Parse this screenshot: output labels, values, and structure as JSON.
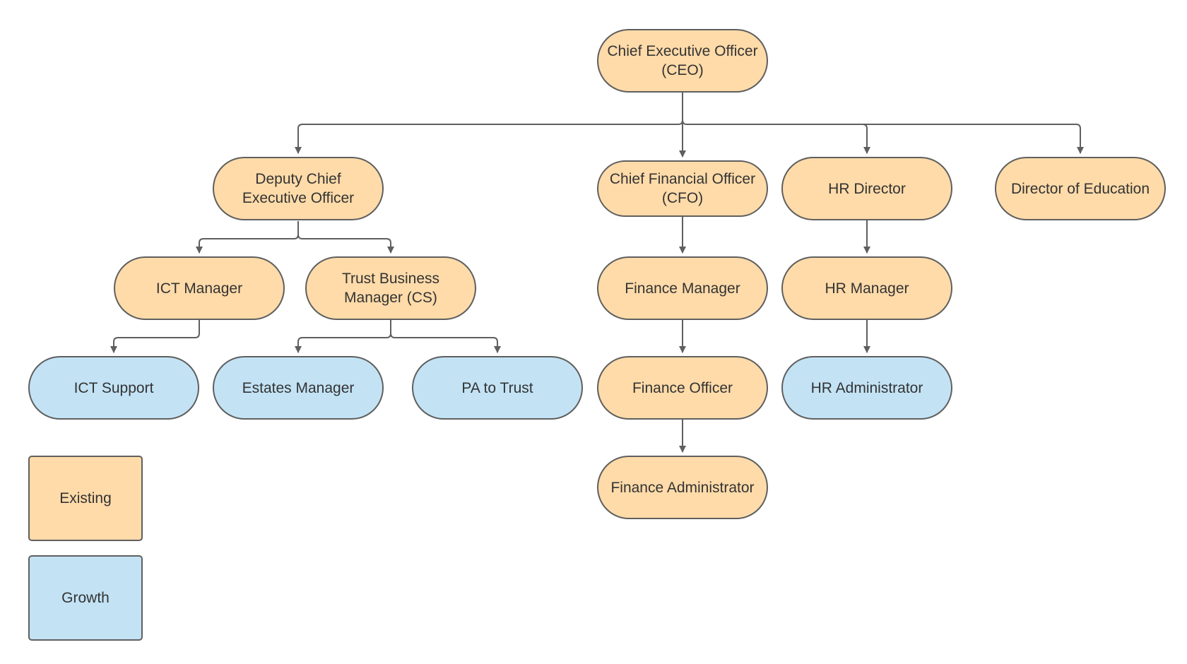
{
  "colors": {
    "existing": "#ffdba9",
    "growth": "#c3e3f5",
    "border": "#5f5f5f",
    "text": "#333333"
  },
  "nodes": {
    "ceo": {
      "label": "Chief Executive Officer (CEO)",
      "status": "existing"
    },
    "deputy_ceo": {
      "label": "Deputy Chief Executive Officer",
      "status": "existing"
    },
    "cfo": {
      "label": "Chief Financial Officer (CFO)",
      "status": "existing"
    },
    "hr_director": {
      "label": "HR Director",
      "status": "existing"
    },
    "director_education": {
      "label": "Director of Education",
      "status": "existing"
    },
    "ict_manager": {
      "label": "ICT Manager",
      "status": "existing"
    },
    "trust_business_manager": {
      "label": "Trust Business Manager (CS)",
      "status": "existing"
    },
    "finance_manager": {
      "label": "Finance Manager",
      "status": "existing"
    },
    "hr_manager": {
      "label": "HR Manager",
      "status": "existing"
    },
    "ict_support": {
      "label": "ICT Support",
      "status": "growth"
    },
    "estates_manager": {
      "label": "Estates Manager",
      "status": "growth"
    },
    "pa_to_trust": {
      "label": "PA to Trust",
      "status": "growth"
    },
    "finance_officer": {
      "label": "Finance Officer",
      "status": "existing"
    },
    "hr_administrator": {
      "label": "HR Administrator",
      "status": "growth"
    },
    "finance_administrator": {
      "label": "Finance Administrator",
      "status": "existing"
    }
  },
  "edges": [
    [
      "ceo",
      "deputy_ceo"
    ],
    [
      "ceo",
      "cfo"
    ],
    [
      "ceo",
      "hr_director"
    ],
    [
      "ceo",
      "director_education"
    ],
    [
      "deputy_ceo",
      "ict_manager"
    ],
    [
      "deputy_ceo",
      "trust_business_manager"
    ],
    [
      "ict_manager",
      "ict_support"
    ],
    [
      "trust_business_manager",
      "estates_manager"
    ],
    [
      "trust_business_manager",
      "pa_to_trust"
    ],
    [
      "cfo",
      "finance_manager"
    ],
    [
      "finance_manager",
      "finance_officer"
    ],
    [
      "finance_officer",
      "finance_administrator"
    ],
    [
      "hr_director",
      "hr_manager"
    ],
    [
      "hr_manager",
      "hr_administrator"
    ]
  ],
  "legend": {
    "existing_label": "Existing",
    "growth_label": "Growth"
  }
}
